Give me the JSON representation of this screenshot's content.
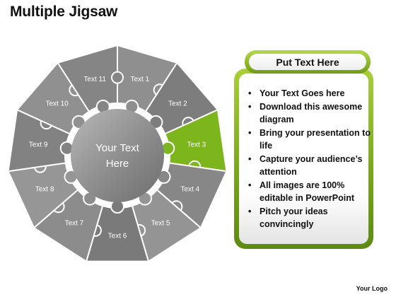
{
  "title": "Multiple Jigsaw",
  "diagram": {
    "center_lines": [
      "Your Text",
      "Here"
    ],
    "pieces": [
      {
        "label": "Text 1",
        "highlighted": false
      },
      {
        "label": "Text 2",
        "highlighted": false
      },
      {
        "label": "Text 3",
        "highlighted": true
      },
      {
        "label": "Text 4",
        "highlighted": false
      },
      {
        "label": "Text 5",
        "highlighted": false
      },
      {
        "label": "Text 6",
        "highlighted": false
      },
      {
        "label": "Text 7",
        "highlighted": false
      },
      {
        "label": "Text 8",
        "highlighted": false
      },
      {
        "label": "Text 9",
        "highlighted": false
      },
      {
        "label": "Text 10",
        "highlighted": false
      },
      {
        "label": "Text 11",
        "highlighted": false
      }
    ],
    "colors": {
      "piece": "#8a8a8a",
      "highlight": "#7db51c",
      "center": "#9a9a9a"
    }
  },
  "panel": {
    "header": "Put Text Here",
    "bullets": [
      "Your Text Goes here",
      "Download this awesome diagram",
      "Bring your presentation to life",
      "Capture your audience’s attention",
      "All images are 100% editable in PowerPoint",
      "Pitch your ideas convincingly"
    ],
    "accent_color": "#7db51c"
  },
  "logo": "Your Logo"
}
